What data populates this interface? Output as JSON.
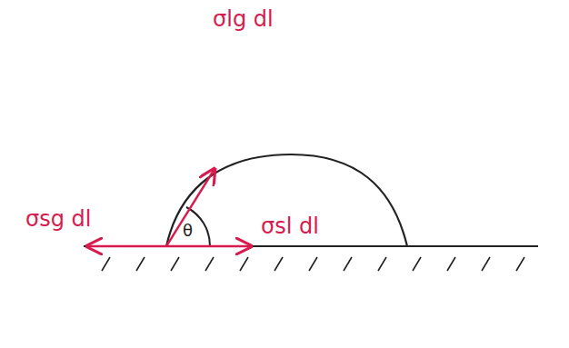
{
  "diagram": {
    "labels": [
      "σlg dl",
      "σsg dl",
      "θ",
      "σsl dl"
    ]
  }
}
